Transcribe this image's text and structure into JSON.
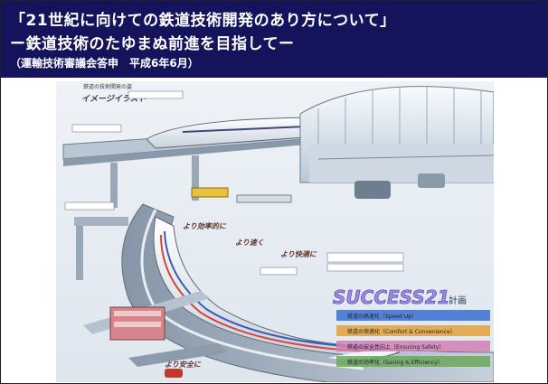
{
  "header": {
    "title_line1": "「21世紀に向けての鉄道技術開発のあり方について」",
    "title_line2": "ー鉄道技術のたゆまぬ前進を目指してー",
    "subtitle": "（運輸技術審議会答申　平成6年6月）",
    "bg_color": "#14135b"
  },
  "illustration": {
    "heading_small": "鉄道の技術開発の姿",
    "heading": "イメージイラスト",
    "callout_1": "より効率的に",
    "callout_2": "より速く",
    "callout_3": "より快適に",
    "callout_4": "より安全に",
    "logo": "SUCCESS21",
    "logo_suffix": "計画",
    "legend": [
      {
        "label": "鉄道の高速化（Speed Up）",
        "color": "#3a6fd0"
      },
      {
        "label": "鉄道の快適化（Comfort & Convenience）",
        "color": "#e2a03a"
      },
      {
        "label": "鉄道の安全性向上（Ensuring Safety）",
        "color": "#d47fb4"
      },
      {
        "label": "鉄道の効率化（Saving & Efficiency）",
        "color": "#6ba85a"
      }
    ]
  }
}
